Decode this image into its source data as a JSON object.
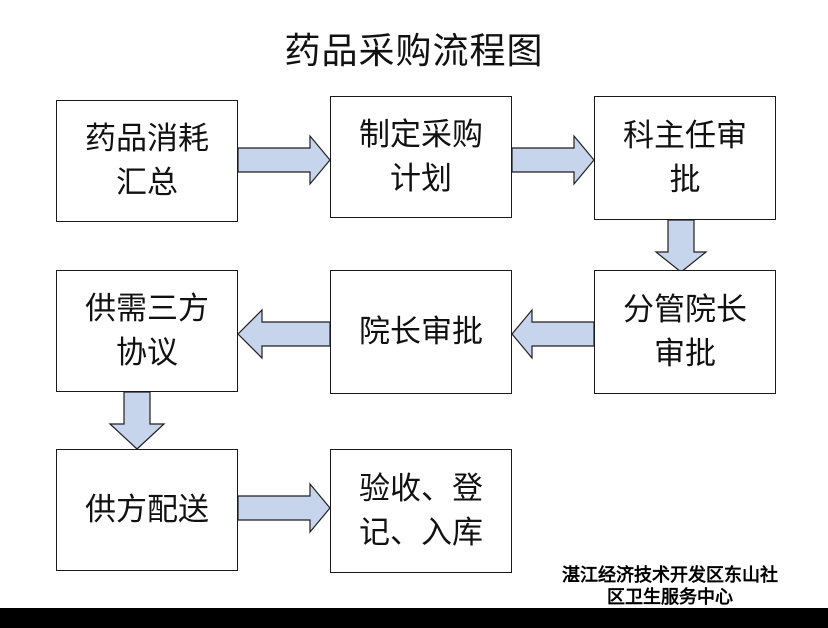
{
  "title": "药品采购流程图",
  "boxes": {
    "b1": {
      "line1": "药品消耗",
      "line2": "汇总"
    },
    "b2": {
      "line1": "制定采购",
      "line2": "计划"
    },
    "b3": {
      "line1": "科主任审",
      "line2": "批"
    },
    "b4": {
      "line1": "分管院长",
      "line2": "审批"
    },
    "b5": {
      "line1": "院长审批"
    },
    "b6": {
      "line1": "供需三方",
      "line2": "协议"
    },
    "b7": {
      "line1": "供方配送"
    },
    "b8": {
      "line1": "验收、登",
      "line2": "记、入库"
    }
  },
  "footer": {
    "line1": "湛江经济技术开发区东山社",
    "line2": "区卫生服务中心"
  },
  "colors": {
    "arrow_fill": "#c6d4ec",
    "arrow_stroke": "#1f1f1f",
    "bottom_bar": "#000000"
  }
}
